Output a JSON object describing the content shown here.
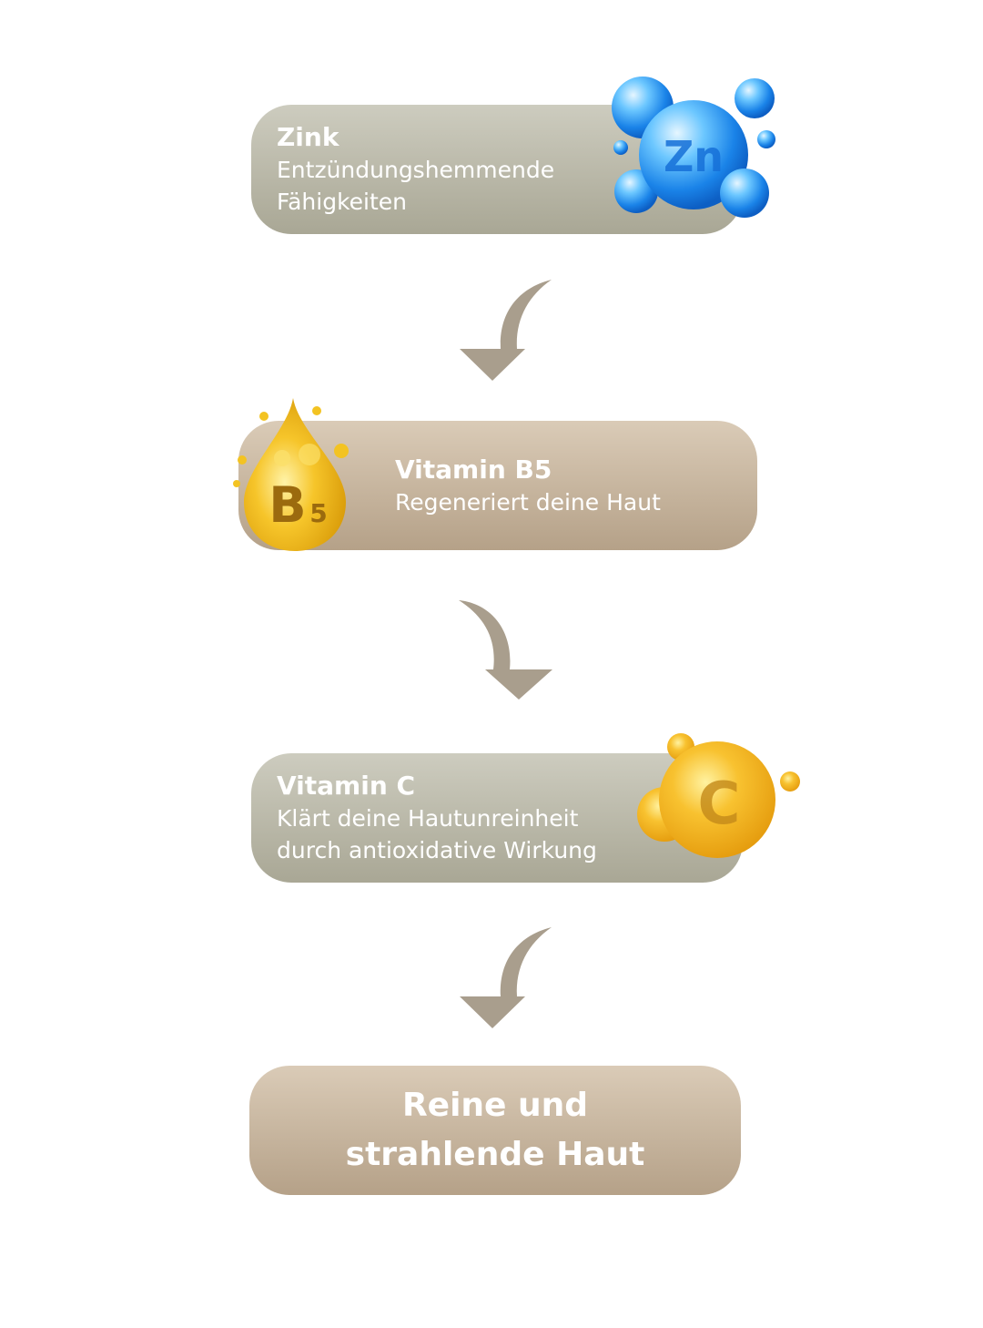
{
  "steps": [
    {
      "title": "Zink",
      "lines": [
        "Entzündungshemmende",
        "Fähigkeiten"
      ],
      "icon": "zinc-molecule-icon",
      "icon_label": "Zn",
      "color": "#2f8fe8"
    },
    {
      "title": "Vitamin B5",
      "lines": [
        "Regeneriert deine Haut"
      ],
      "icon": "vitamin-b5-drop-icon",
      "icon_label": "B",
      "icon_sub": "5",
      "color": "#f0b416"
    },
    {
      "title": "Vitamin C",
      "lines": [
        "Klärt deine Hautunreinheit",
        "durch antioxidative Wirkung"
      ],
      "icon": "vitamin-c-sphere-icon",
      "icon_label": "C",
      "color": "#f2b31d"
    }
  ],
  "result": {
    "text": "Reine und\nstrahlende Haut"
  },
  "colors": {
    "gray_box": "#b9b8a8",
    "tan_box": "#c6b49d",
    "arrow": "#a99e8d",
    "text": "#ffffff"
  }
}
